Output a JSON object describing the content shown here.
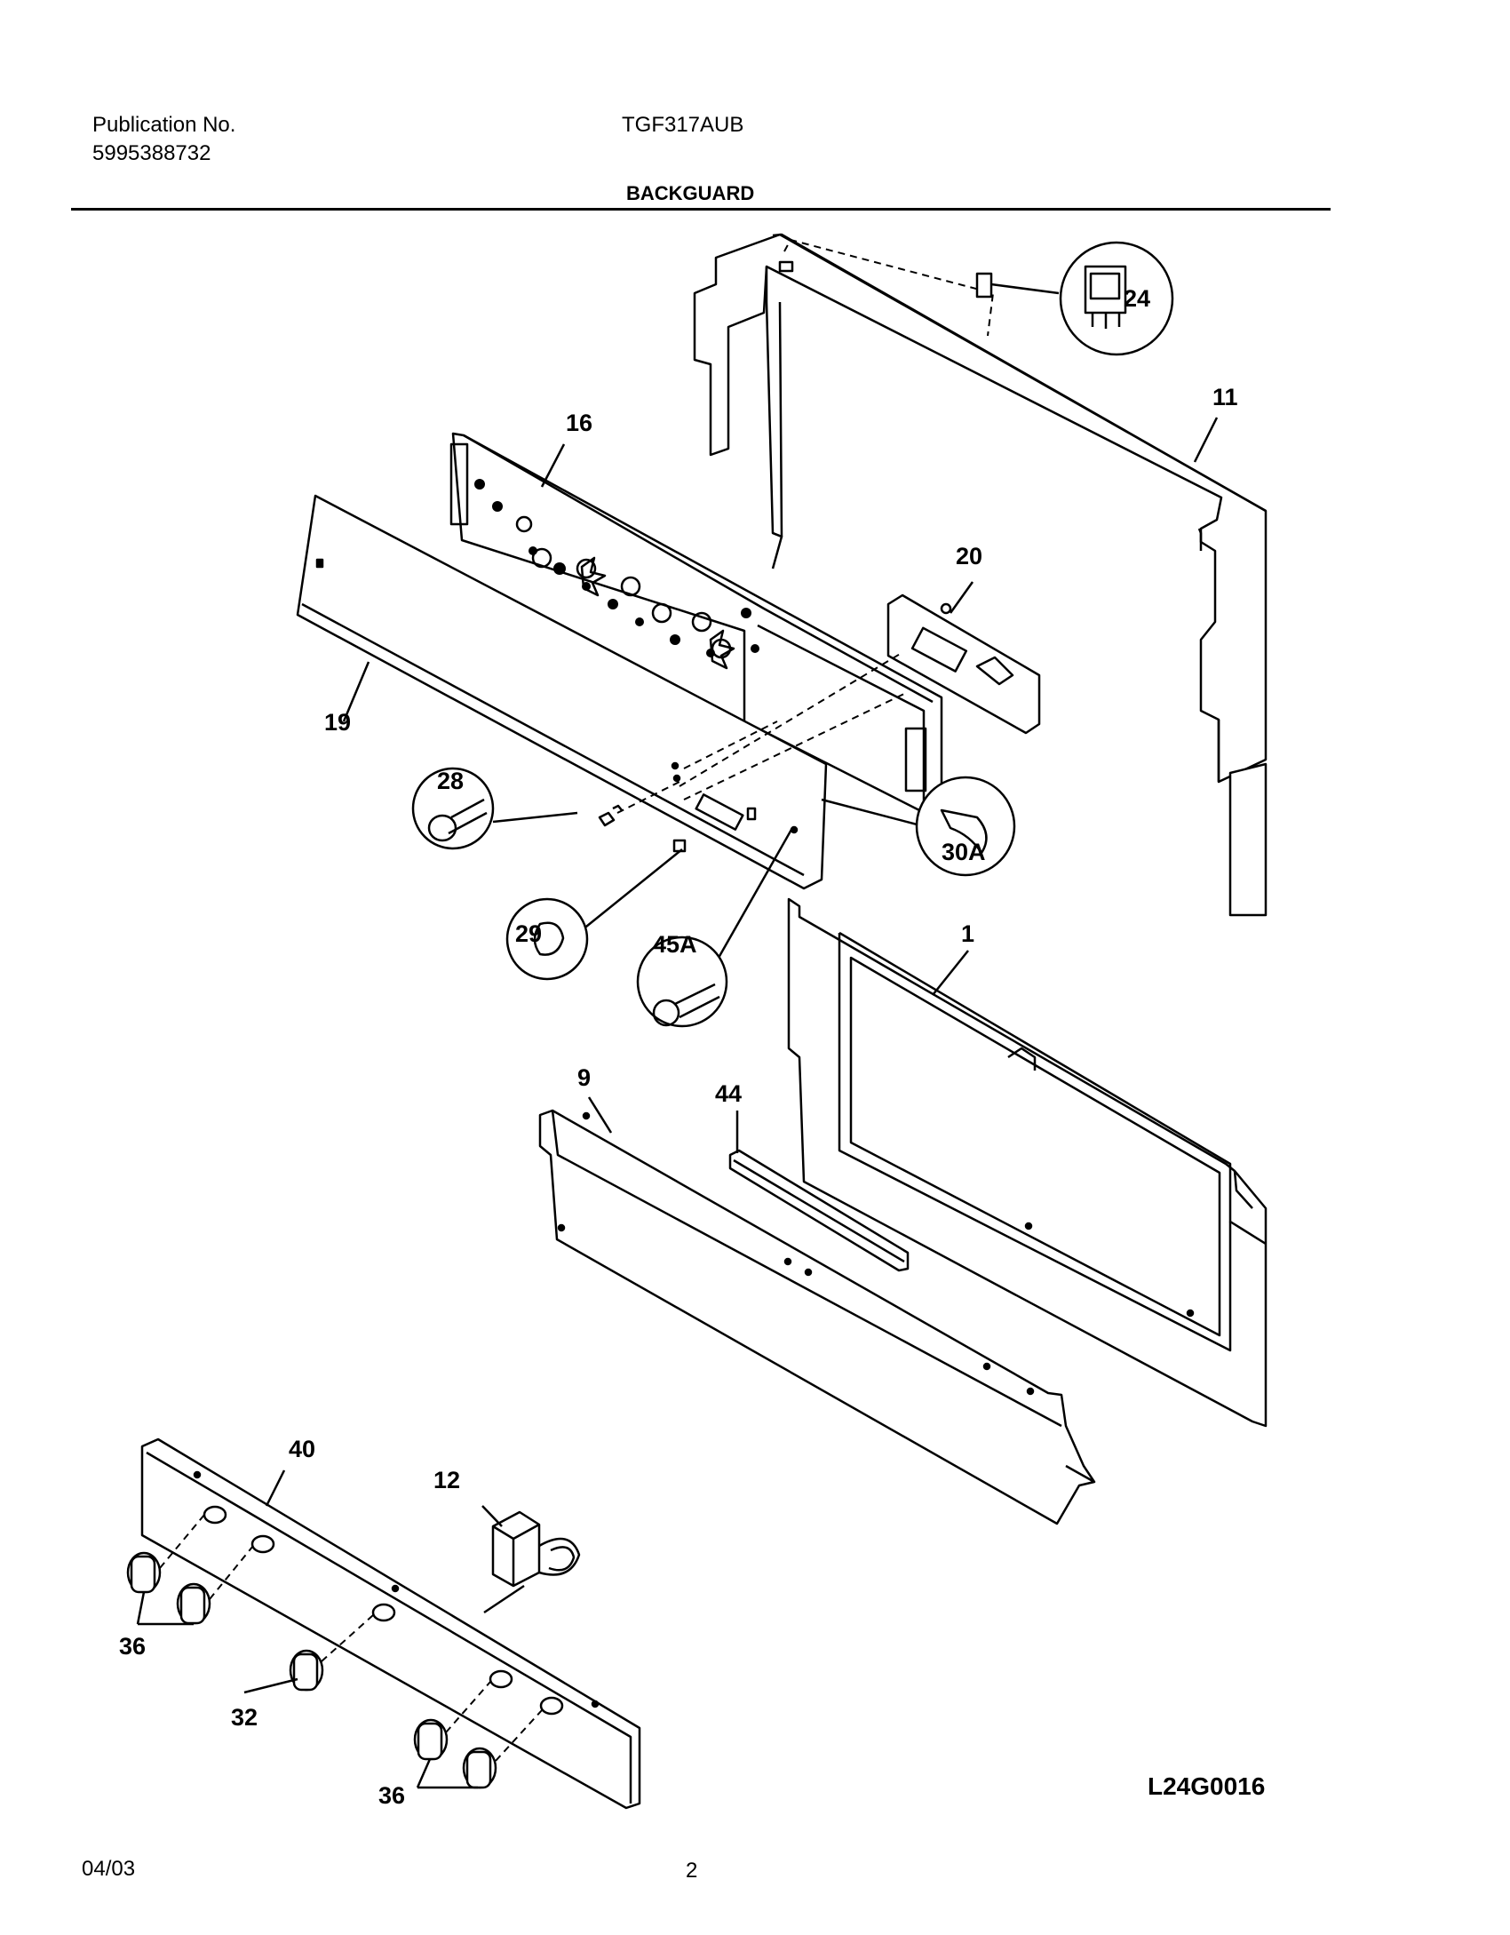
{
  "header": {
    "publication_label": "Publication No.",
    "publication_number": "5995388732",
    "model": "TGF317AUB",
    "section_title": "BACKGUARD"
  },
  "callouts": {
    "c1": "1",
    "c9": "9",
    "c11": "11",
    "c12": "12",
    "c16": "16",
    "c19": "19",
    "c20": "20",
    "c24": "24",
    "c28": "28",
    "c29": "29",
    "c30a": "30A",
    "c32": "32",
    "c36a": "36",
    "c36b": "36",
    "c40": "40",
    "c44": "44",
    "c45a": "45A"
  },
  "footer": {
    "date": "04/03",
    "page": "2",
    "diagram_code": "L24G0016"
  }
}
